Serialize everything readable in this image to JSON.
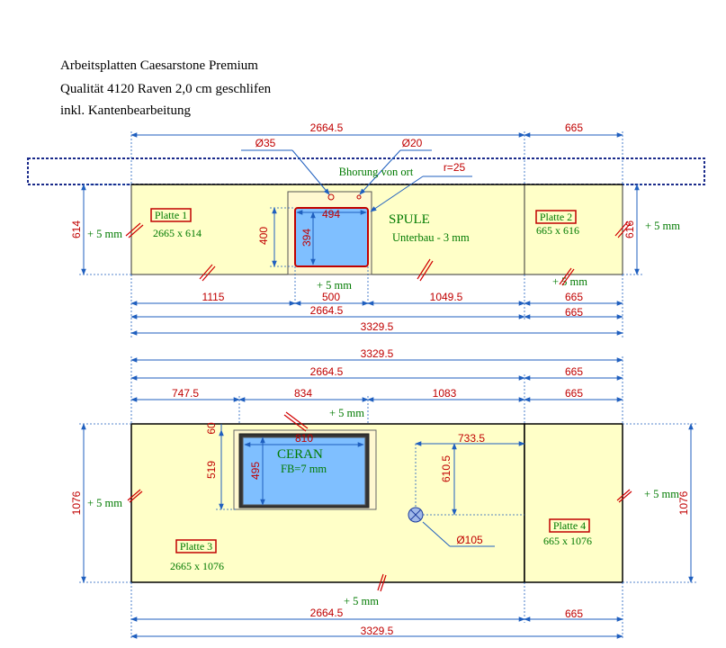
{
  "header": {
    "line1": "Arbeitsplatten  Caesarstone Premium",
    "line2": "Qualität 4120 Raven 2,0 cm geschlifen",
    "line3": "inkl. Kantenbearbeitung"
  },
  "colors": {
    "plate_fill": "#ffffc8",
    "sink_fill": "#7fbfff",
    "dimension_line": "#1f5fbf",
    "dimension_text": "#c00000",
    "label_text": "#007a00",
    "plate_label_box": "#c00000",
    "wall_dashed": "#1a2a8a",
    "edge_mark": "#d00000"
  },
  "top": {
    "dims_above": {
      "left": "2664.5",
      "right": "665"
    },
    "hole_left": "Ø35",
    "hole_right": "Ø20",
    "hole_note": "Bhorung von ort",
    "radius": "r=25",
    "sink_width": "494",
    "sink_height_outer": "400",
    "sink_height_inner": "394",
    "sink_label": "SPULE",
    "sink_sublabel": "Unterbau - 3 mm",
    "left_height": "614",
    "right_height": "616",
    "plus5_left": "+ 5 mm",
    "plus5_right": "+ 5 mm",
    "plus5_bottom": "+ 5 mm",
    "plus5_bottom_right": "+ 5 mm",
    "plate1_label": "Platte 1",
    "plate1_size": "2665 x 614",
    "plate2_label": "Platte 2",
    "plate2_size": "665 x 616",
    "dims_below_row1": {
      "a": "1115",
      "b": "500",
      "c": "1049.5",
      "d": "665"
    },
    "dims_below_row2": {
      "left": "2664.5",
      "right": "665"
    },
    "dims_below_row3": {
      "total": "3329.5"
    }
  },
  "bottom": {
    "dims_above_row1": {
      "total": "3329.5"
    },
    "dims_above_row2": {
      "left": "2664.5",
      "right": "665"
    },
    "dims_above_row3": {
      "a": "747.5",
      "b": "834",
      "c": "1083",
      "d": "665"
    },
    "plus5_top": "+ 5 mm",
    "cooktop_offset": "60",
    "cooktop_height_outer": "519",
    "cooktop_width": "810",
    "cooktop_height_inner": "495",
    "cooktop_label": "CERAN",
    "cooktop_sublabel": "FB=7 mm",
    "hole_x": "733.5",
    "hole_y": "610.5",
    "hole_diameter": "Ø105",
    "left_height": "1076",
    "right_height": "1076",
    "plus5_left": "+ 5 mm",
    "plus5_right": "+ 5 mm",
    "plus5_bottom": "+ 5 mm",
    "plate3_label": "Platte 3",
    "plate3_size": "2665 x 1076",
    "plate4_label": "Platte 4",
    "plate4_size": "665 x 1076",
    "dims_below_row1": {
      "left": "2664.5",
      "right": "665"
    },
    "dims_below_row2": {
      "total": "3329.5"
    }
  }
}
